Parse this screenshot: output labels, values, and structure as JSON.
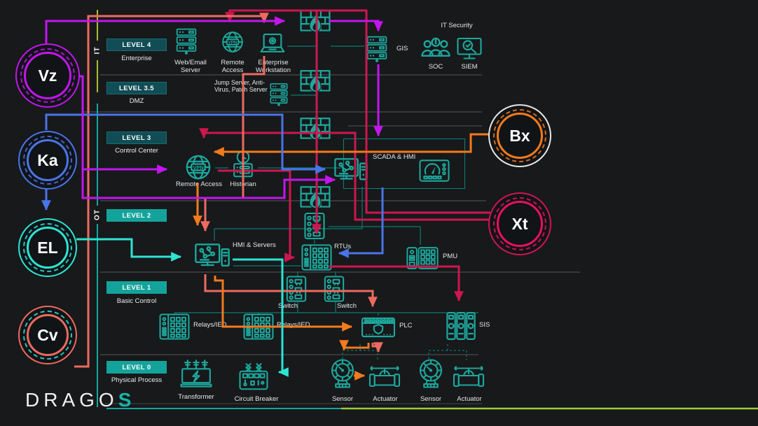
{
  "zones": {
    "it_label": "IT",
    "ot_label": "OT"
  },
  "levels": [
    {
      "badge": "LEVEL 4",
      "name": "Enterprise"
    },
    {
      "badge": "LEVEL 3.5",
      "name": "DMZ"
    },
    {
      "badge": "LEVEL 3",
      "name": "Control Center"
    },
    {
      "badge": "LEVEL 2",
      "name": ""
    },
    {
      "badge": "LEVEL 1",
      "name": "Basic Control"
    },
    {
      "badge": "LEVEL 0",
      "name": "Physical Process"
    }
  ],
  "threat_groups": [
    {
      "id": "vz",
      "label": "Vz",
      "color": "#c316ee"
    },
    {
      "id": "ka",
      "label": "Ka",
      "color": "#4b74e8"
    },
    {
      "id": "el",
      "label": "EL",
      "color": "#2ee4d3"
    },
    {
      "id": "cv",
      "label": "Cv",
      "color": "#ee6a60"
    },
    {
      "id": "bx",
      "label": "Bx",
      "color": "#f37b1d"
    },
    {
      "id": "xt",
      "label": "Xt",
      "color": "#cd164f"
    }
  ],
  "devices": {
    "web_email_server": "Web/Email Server",
    "remote_access_it": "Remote Access",
    "enterprise_workstation": "Enterprise Workstation",
    "gis": "GIS",
    "it_security": "IT Security",
    "soc": "SOC",
    "siem": "SIEM",
    "jump_server": "Jump Server, Anti-Virus, Patch Server",
    "remote_access_ot": "Remote Access",
    "historian": "Historian",
    "scada_hmi": "SCADA & HMI",
    "hmi_servers": "HMI & Servers",
    "rtus": "RTUs",
    "pmu": "PMU",
    "switch_a": "Switch",
    "switch_b": "Switch",
    "relays_a": "Relays/IED",
    "relays_b": "Relays/IED",
    "plc": "PLC",
    "sis": "SIS",
    "transformer": "Transformer",
    "circuit_breaker": "Circuit Breaker",
    "sensor_a": "Sensor",
    "actuator_a": "Actuator",
    "sensor_b": "Sensor",
    "actuator_b": "Actuator"
  },
  "icons": {
    "web_email_server": "server-stack",
    "remote_access_it": "vpn-globe",
    "enterprise_workstation": "laptop",
    "firewall": "firewall-flame",
    "gis": "server-stack",
    "soc": "people",
    "siem": "monitor-magnifier",
    "jump_server": "server-stack",
    "remote_access_ot": "vpn-globe",
    "historian": "historian-db",
    "scada_workstation": "workstation",
    "hmi_panel": "gauge-panel",
    "hmi_servers": "workstation",
    "switch_mid": "switch-ports",
    "rtus": "io-rack",
    "pmu": "pmu-rack",
    "switch": "switch-ports",
    "relays": "io-rack",
    "plc": "plc-module",
    "sis": "sis-modules",
    "transformer": "transformer",
    "circuit_breaker": "circuit-breaker",
    "sensor": "sensor-gauge",
    "actuator": "valve"
  },
  "logo": {
    "part1": "DRAGO",
    "part2": "S"
  }
}
